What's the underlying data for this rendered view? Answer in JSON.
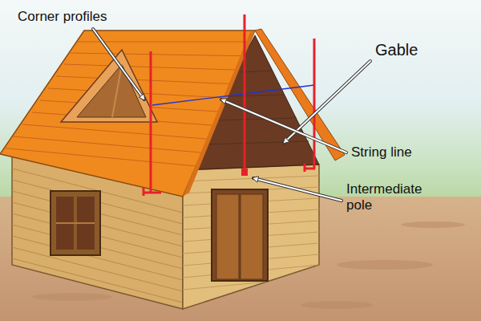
{
  "diagram": {
    "labels": [
      "Corner profiles",
      "Gable",
      "String line",
      "Intermediate pole"
    ]
  }
}
